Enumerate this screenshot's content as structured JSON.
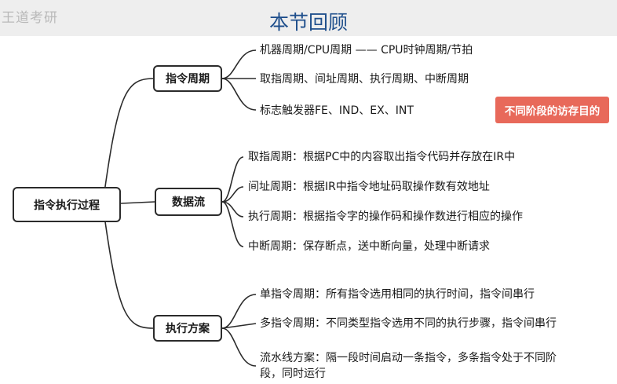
{
  "header": {
    "title": "本节回顾",
    "watermark": "王道考研"
  },
  "root": {
    "label": "指令执行过程"
  },
  "branches": [
    {
      "label": "指令周期",
      "items": [
        "机器周期/CPU周期 —— CPU时钟周期/节拍",
        "取指周期、间址周期、执行周期、中断周期",
        "标志触发器FE、IND、EX、INT"
      ]
    },
    {
      "label": "数据流",
      "items": [
        "取指周期：根据PC中的内容取出指令代码并存放在IR中",
        "间址周期：根据IR中指令地址码取操作数有效地址",
        "执行周期：根据指令字的操作码和操作数进行相应的操作",
        "中断周期：保存断点，送中断向量，处理中断请求"
      ]
    },
    {
      "label": "执行方案",
      "items": [
        "单指令周期：所有指令选用相同的执行时间，指令间串行",
        "多指令周期：不同类型指令选用不同的执行步骤，指令间串行",
        "流水线方案：隔一段时间启动一条指令，多条指令处于不同阶段，同时运行"
      ]
    }
  ],
  "callout": {
    "label": "不同阶段的访存目的",
    "color": "#e8695a"
  },
  "colors": {
    "title": "#1f4f8c",
    "lines": "#2b2b2b"
  }
}
